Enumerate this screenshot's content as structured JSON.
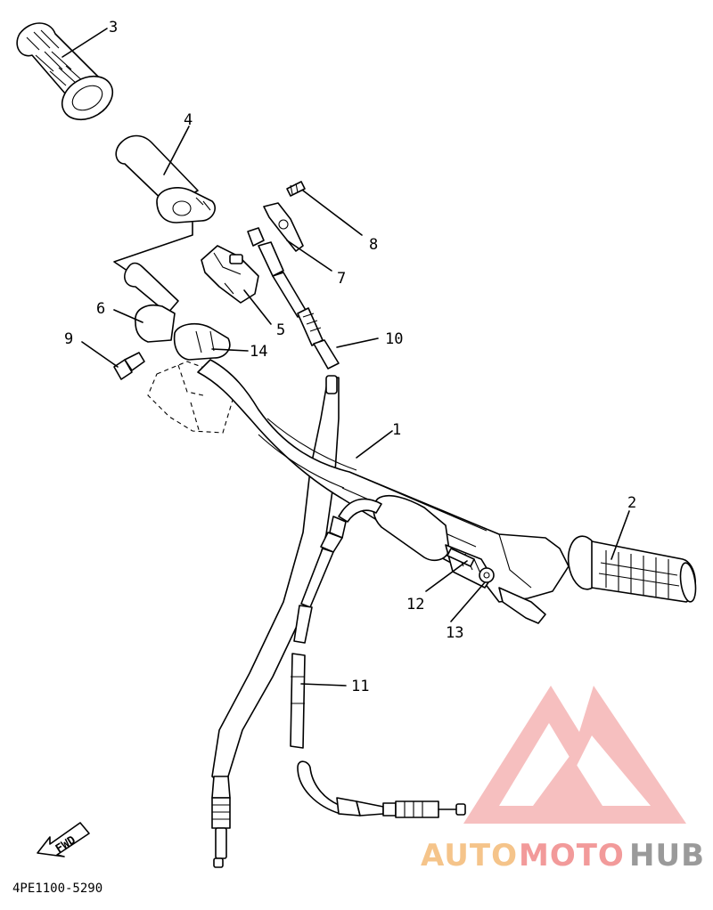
{
  "callouts": [
    {
      "num": "1"
    },
    {
      "num": "2"
    },
    {
      "num": "3"
    },
    {
      "num": "4"
    },
    {
      "num": "5"
    },
    {
      "num": "6"
    },
    {
      "num": "7"
    },
    {
      "num": "8"
    },
    {
      "num": "9"
    },
    {
      "num": "10"
    },
    {
      "num": "11"
    },
    {
      "num": "12"
    },
    {
      "num": "13"
    },
    {
      "num": "14"
    }
  ],
  "direction_label": "FWD",
  "diagram_code": "4PE1100-5290",
  "watermark": {
    "text_auto": "AUTO",
    "text_moto": "MOTO",
    "text_hub": "HUB",
    "color_auto": "#f5c48a",
    "color_moto": "#f29a9a",
    "color_hub": "#9a9a9a",
    "logo_color": "#f08c8c"
  }
}
